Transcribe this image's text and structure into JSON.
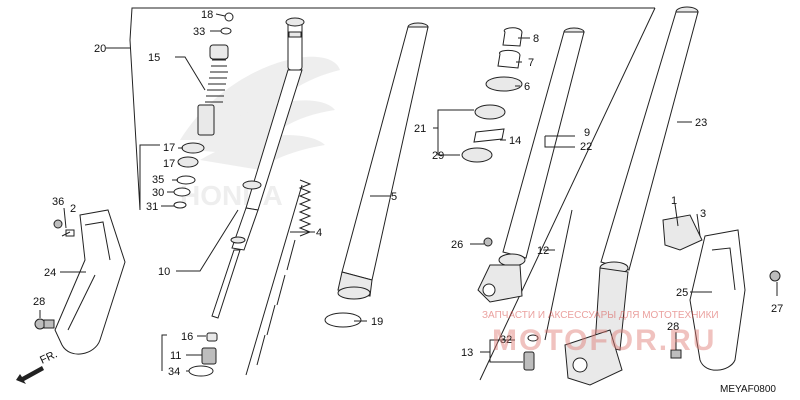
{
  "callouts": {
    "c18": "18",
    "c33": "33",
    "c15": "15",
    "c20": "20",
    "c17a": "17",
    "c17b": "17",
    "c35": "35",
    "c30": "30",
    "c31": "31",
    "c10": "10",
    "c16": "16",
    "c11": "11",
    "c34": "34",
    "c36": "36",
    "c2": "2",
    "c24": "24",
    "c28a": "28",
    "c4": "4",
    "c5": "5",
    "c19": "19",
    "c8": "8",
    "c7": "7",
    "c6": "6",
    "c21": "21",
    "c14": "14",
    "c29": "29",
    "c9": "9",
    "c22": "22",
    "c23": "23",
    "c26": "26",
    "c12": "12",
    "c13": "13",
    "c32": "32",
    "c1": "1",
    "c3": "3",
    "c25": "25",
    "c28b": "28",
    "c27": "27"
  },
  "front_label": "FR.",
  "diagram_code": "MEYAF0800",
  "watermark": {
    "caption": "ЗАПЧАСТИ И АКСЕССУАРЫ ДЛЯ МОТОТЕХНИКИ",
    "site": "MOTOFOR.RU"
  }
}
